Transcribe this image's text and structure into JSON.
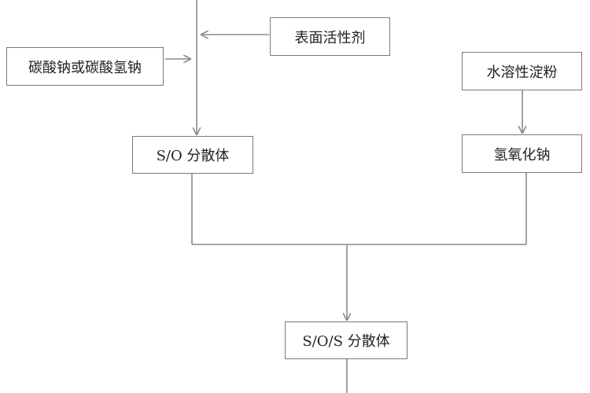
{
  "nodes": {
    "surfactant": "表面活性剂",
    "carbonate": "碳酸钠或碳酸氢钠",
    "starch": "水溶性淀粉",
    "so_dispersion": "S/O 分散体",
    "naoh": "氢氧化钠",
    "sos_dispersion": "S/O/S 分散体"
  },
  "colors": {
    "line": "#8a8a8a",
    "border": "#7a7a7a",
    "text": "#222222"
  }
}
